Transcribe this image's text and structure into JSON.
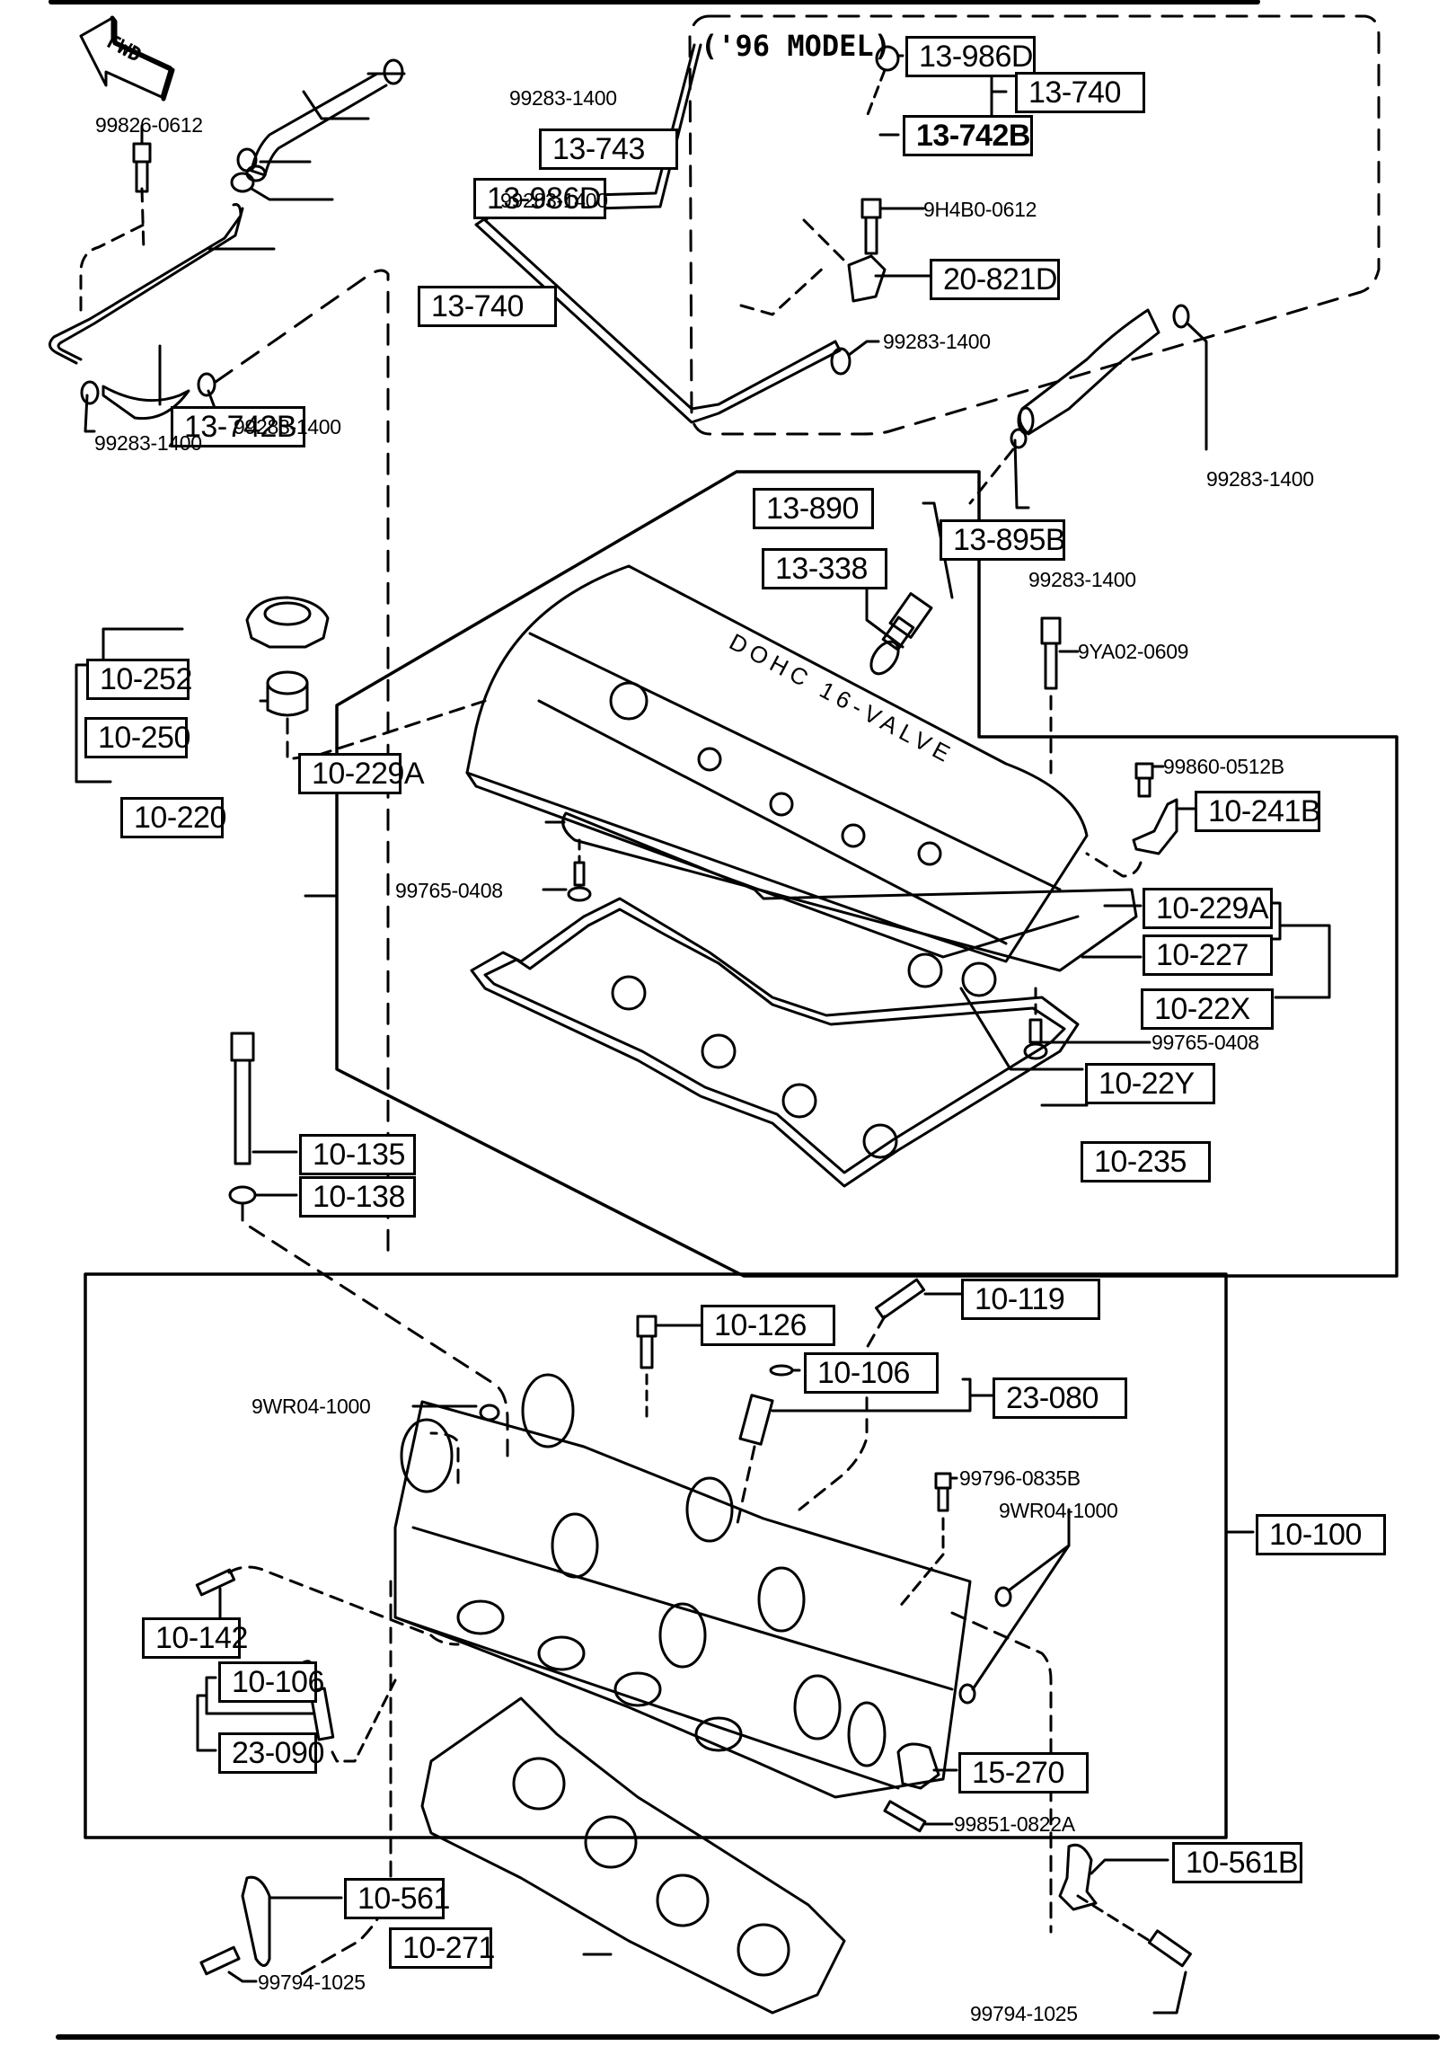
{
  "diagram": {
    "type": "exploded parts diagram",
    "subject": "Cylinder head and cylinder head cover",
    "cover_text": "DOHC 16-VALVE",
    "direction_indicator": "FWD",
    "variant_note": "('96 MODEL)",
    "colors": {
      "ink": "#000000",
      "paper": "#ffffff"
    }
  },
  "callouts": {
    "boxed": {
      "c13_743": "13-743",
      "c13_986d_top": "13-986D",
      "c13_740_left": "13-740",
      "c13_742b_left": "13-742B",
      "c96_13_986d": "13-986D",
      "c96_13_740": "13-740",
      "c96_13_742b": "13-742B",
      "c96_20_821d": "20-821D",
      "c13_890": "13-890",
      "c13_338": "13-338",
      "c13_895b": "13-895B",
      "c10_252": "10-252",
      "c10_250": "10-250",
      "c10_229a_left": "10-229A",
      "c10_241b": "10-241B",
      "c10_220": "10-220",
      "c10_229a_right": "10-229A",
      "c10_227": "10-227",
      "c10_22x": "10-22X",
      "c10_22y": "10-22Y",
      "c10_135": "10-135",
      "c10_138": "10-138",
      "c10_235": "10-235",
      "c10_119": "10-119",
      "c10_126": "10-126",
      "c10_106_top": "10-106",
      "c23_080": "23-080",
      "c10_100": "10-100",
      "c10_142": "10-142",
      "c10_106_bottom": "10-106",
      "c23_090": "23-090",
      "c15_270": "15-270",
      "c10_561b": "10-561B",
      "c10_561": "10-561",
      "c10_271": "10-271"
    },
    "plain": {
      "p99283_1": "99283-1400",
      "p99826": "99826-0612",
      "p99283_2": "99283-1400",
      "p99283_3": "99283-1400",
      "p99283_4": "99283-1400",
      "p96_9h4b0": "9H4B0-0612",
      "p96_99283": "99283-1400",
      "p99283_5": "99283-1400",
      "p99283_6": "99283-1400",
      "p9ya02": "9YA02-0609",
      "p99860": "99860-0512B",
      "p99765_left": "99765-0408",
      "p99765_right": "99765-0408",
      "p9wr04_left": "9WR04-1000",
      "p99796": "99796-0835B",
      "p9wr04_right": "9WR04-1000",
      "p99851": "99851-0822A",
      "p99794_left": "99794-1025",
      "p99794_right": "99794-1025"
    }
  }
}
